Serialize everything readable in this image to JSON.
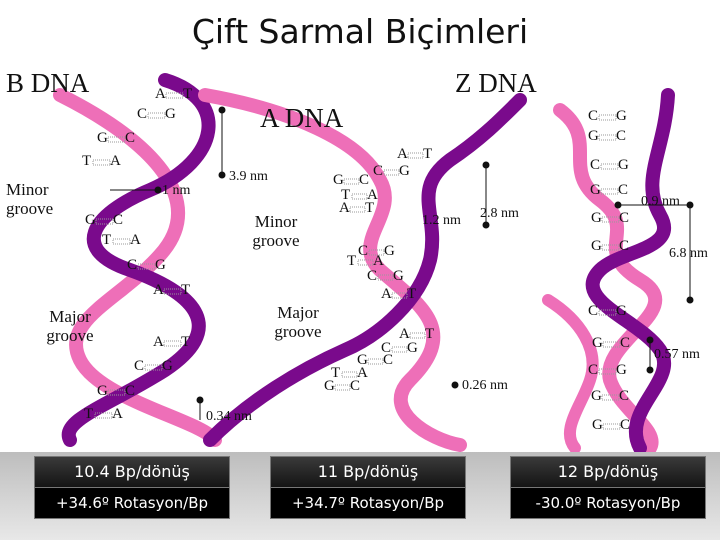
{
  "title": "Çift Sarmal Biçimleri",
  "colors": {
    "purple": "#7a0a8c",
    "pink": "#ee6fb8",
    "rung": "#9a9a9a",
    "text": "#111111"
  },
  "labels": {
    "b_dna": "B DNA",
    "a_dna": "A DNA",
    "z_dna": "Z DNA",
    "minor_groove_left": "Minor groove",
    "major_groove_left": "Major groove",
    "minor_groove_mid": "Minor groove",
    "major_groove_mid": "Major groove"
  },
  "measurements": {
    "b_pitch": "0.34 nm",
    "b_width": "1 nm",
    "a_width": "3.9 nm",
    "a_rise": "1.2 nm",
    "a_pitch": "2.8 nm",
    "a_step": "0.26 nm",
    "z_width": "0.9 nm",
    "z_pitch": "6.8 nm",
    "z_step": "0.57 nm"
  },
  "panels": [
    {
      "bp": "10.4 Bp/dönüş",
      "rotation": "+34.6º Rotasyon/Bp"
    },
    {
      "bp": "11 Bp/dönüş",
      "rotation": "+34.7º Rotasyon/Bp"
    },
    {
      "bp": "12 Bp/dönüş",
      "rotation": "-30.0º Rotasyon/Bp"
    }
  ],
  "base_pairs": {
    "b": [
      {
        "l": "A",
        "r": "T"
      },
      {
        "l": "C",
        "r": "G"
      },
      {
        "l": "G",
        "r": "C"
      },
      {
        "l": "T",
        "r": "A"
      },
      {
        "l": "G",
        "r": "C"
      },
      {
        "l": "T",
        "r": "A"
      },
      {
        "l": "C",
        "r": "G"
      },
      {
        "l": "A",
        "r": "T"
      },
      {
        "l": "A",
        "r": "T"
      },
      {
        "l": "C",
        "r": "G"
      },
      {
        "l": "G",
        "r": "C"
      },
      {
        "l": "T",
        "r": "A"
      }
    ],
    "a": [
      {
        "l": "A",
        "r": "T"
      },
      {
        "l": "C",
        "r": "G"
      },
      {
        "l": "G",
        "r": "C"
      },
      {
        "l": "T",
        "r": "A"
      },
      {
        "l": "A",
        "r": "T"
      },
      {
        "l": "C",
        "r": "G"
      },
      {
        "l": "T",
        "r": "A"
      },
      {
        "l": "C",
        "r": "G"
      },
      {
        "l": "A",
        "r": "T"
      },
      {
        "l": "A",
        "r": "T"
      },
      {
        "l": "C",
        "r": "G"
      },
      {
        "l": "G",
        "r": "C"
      },
      {
        "l": "T",
        "r": "A"
      },
      {
        "l": "G",
        "r": "C"
      }
    ],
    "z": [
      {
        "l": "C",
        "r": "G"
      },
      {
        "l": "G",
        "r": "C"
      },
      {
        "l": "C",
        "r": "G"
      },
      {
        "l": "G",
        "r": "C"
      },
      {
        "l": "G",
        "r": "C"
      },
      {
        "l": "G",
        "r": "C"
      },
      {
        "l": "C",
        "r": "G"
      },
      {
        "l": "G",
        "r": "C"
      },
      {
        "l": "C",
        "r": "G"
      },
      {
        "l": "G",
        "r": "C"
      },
      {
        "l": "G",
        "r": "C"
      }
    ]
  }
}
